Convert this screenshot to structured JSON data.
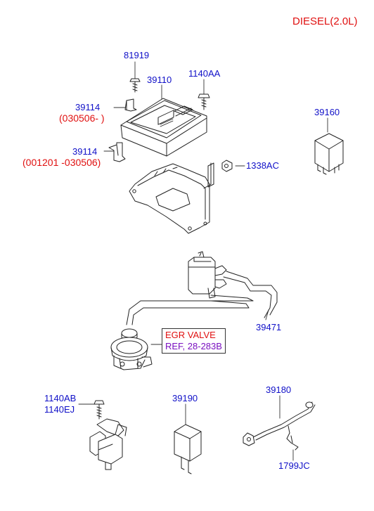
{
  "title": "DIESEL(2.0L)",
  "parts": {
    "p81919": "81919",
    "p39110": "39110",
    "p1140AA": "1140AA",
    "p39114_a": "39114",
    "p39114_a_range": "(030506-  )",
    "p39114_b": "39114",
    "p39114_b_range": "(001201 -030506)",
    "p1338AC": "1338AC",
    "p39160": "39160",
    "p39471": "39471",
    "p1140AB": "1140AB",
    "p1140EJ": "1140EJ",
    "p39190": "39190",
    "p39180": "39180",
    "p1799JC": "1799JC"
  },
  "egr_callout": {
    "line1": "EGR VALVE",
    "line2": "REF, 28-283B"
  },
  "colors": {
    "part_number": "#1010c8",
    "date_range": "#e01010",
    "title": "#e01010",
    "reference": "#7a10c0",
    "line_art": "#222222"
  }
}
